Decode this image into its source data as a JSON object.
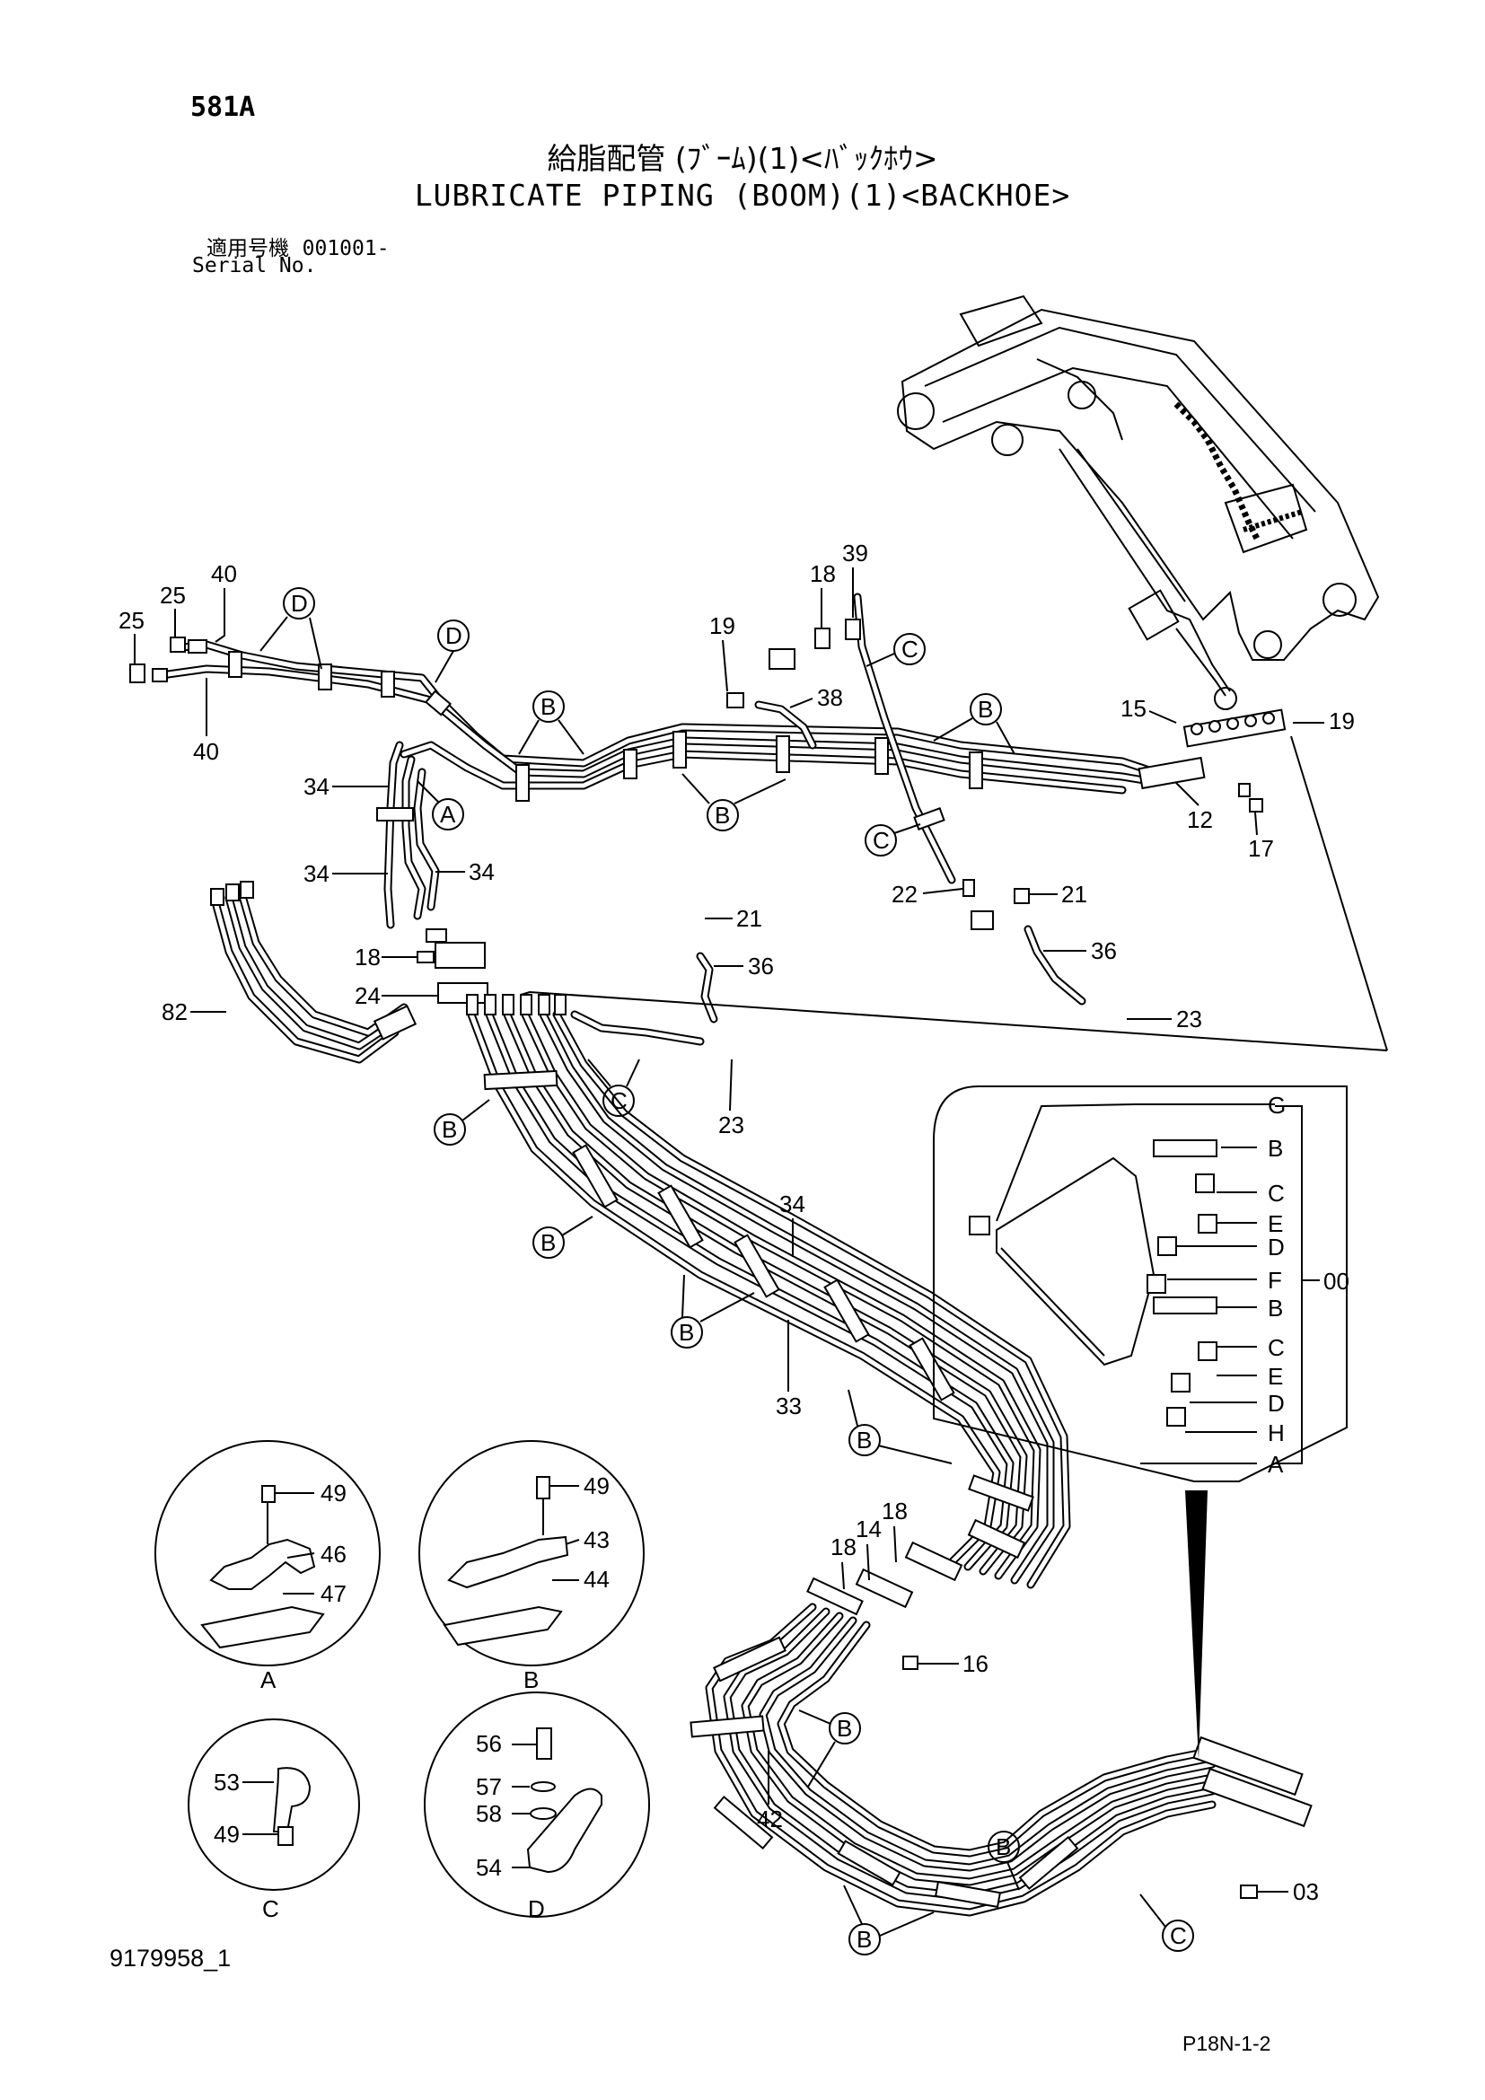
{
  "header": {
    "page_code": "581A",
    "title_jp": "給脂配管 (ﾌﾞｰﾑ)(1)<ﾊﾞｯｸﾎｳ>",
    "title_en": "LUBRICATE PIPING (BOOM)(1)<BACKHOE>",
    "serial_label_jp": "適用号機",
    "serial_value": "001001-",
    "serial_label_en": "Serial No."
  },
  "footer": {
    "drawing_number": "9179958_1",
    "page_ref": "P18N-1-2"
  },
  "callouts": {
    "c40a": "40",
    "c25a": "25",
    "c25b": "25",
    "c40b": "40",
    "c18a": "18",
    "c39": "39",
    "c19a": "19",
    "c38": "38",
    "c15": "15",
    "c19b": "19",
    "c12": "12",
    "c17": "17",
    "c34a": "34",
    "c34b": "34",
    "c34c": "34",
    "c22": "22",
    "c21a": "21",
    "c21b": "21",
    "c36a": "36",
    "c36b": "36",
    "c18b": "18",
    "c24": "24",
    "c82": "82",
    "c23a": "23",
    "c23b": "23",
    "c34d": "34",
    "c33": "33",
    "c18c": "18",
    "c14": "14",
    "c18d": "18",
    "c16": "16",
    "c42": "42",
    "c03": "03"
  },
  "detail_box": {
    "letters": [
      "G",
      "B",
      "C",
      "E",
      "D",
      "F",
      "B",
      "C",
      "E",
      "D",
      "H",
      "A"
    ],
    "assembly_ref": "00"
  },
  "insets": {
    "A": {
      "label": "A",
      "parts": [
        "49",
        "46",
        "47"
      ]
    },
    "B": {
      "label": "B",
      "parts": [
        "49",
        "43",
        "44"
      ]
    },
    "C": {
      "label": "C",
      "parts": [
        "53",
        "49"
      ]
    },
    "D": {
      "label": "D",
      "parts": [
        "56",
        "57",
        "58",
        "54"
      ]
    }
  },
  "clamp_markers": {
    "D1": "D",
    "D2": "D",
    "C1": "C",
    "C2": "C",
    "C3": "C",
    "C4": "C",
    "B1": "B",
    "B2": "B",
    "B3": "B",
    "B4": "B",
    "B5": "B",
    "B6": "B",
    "B7": "B",
    "B8": "B",
    "B9": "B",
    "B10": "B",
    "A1": "A"
  }
}
